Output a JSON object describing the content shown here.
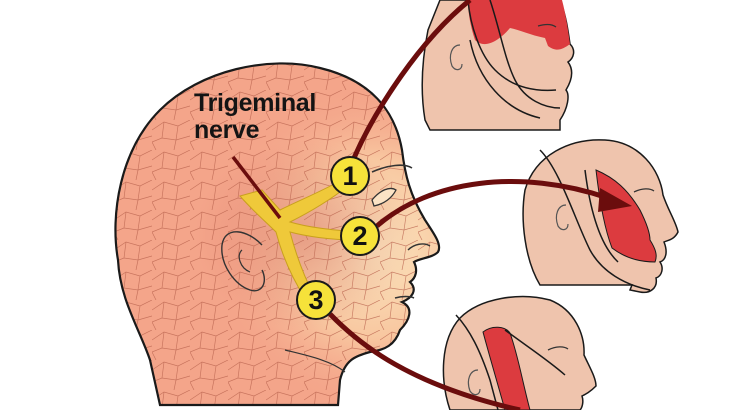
{
  "diagram": {
    "title_line1": "Trigeminal",
    "title_line2": "nerve",
    "branches": [
      {
        "number": "1",
        "region": "forehead-and-eye"
      },
      {
        "number": "2",
        "region": "cheek-and-upper-jaw"
      },
      {
        "number": "3",
        "region": "lower-jaw-and-chin"
      }
    ],
    "colors": {
      "main_head_skin": "#f4a58a",
      "face_highlight": "#fbe3b8",
      "nerve": "#efc93a",
      "badge_fill": "#f6e23a",
      "arrow": "#6b0d0d",
      "small_head_skin": "#efc4ad",
      "affected_area": "#dc3b3f",
      "outline": "#1a1a1a"
    }
  }
}
